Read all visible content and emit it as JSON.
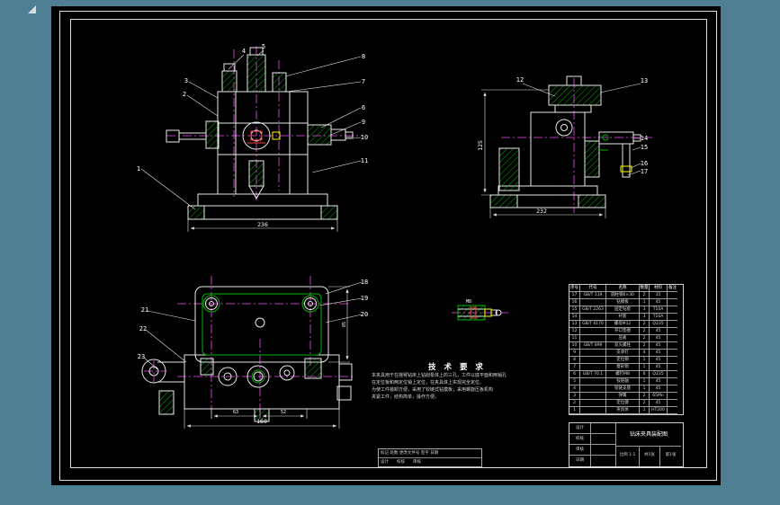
{
  "front_view": {
    "callouts": [
      "1",
      "2",
      "3",
      "4",
      "5",
      "6",
      "7",
      "8",
      "9",
      "10",
      "11"
    ],
    "dim": "236"
  },
  "side_view": {
    "callouts": [
      "12",
      "13",
      "14",
      "15",
      "16",
      "17"
    ],
    "dim": "232",
    "vdim": "125"
  },
  "plan_view": {
    "callouts": [
      "18",
      "19",
      "20",
      "21",
      "22",
      "23"
    ],
    "dim": "160",
    "dim_a": "63",
    "dim_b": "52",
    "vdim": "85"
  },
  "detail_view": {
    "label": "M8"
  },
  "tech_req": {
    "title": "技 术 要 求",
    "lines": [
      "本夹具用于在摇臂钻床上钻削泵体上的三孔，工件以底平面和两销孔",
      "在定位板和两定位销上定位，在夹具体上实现完全定位。",
      "为使工件装卸方便，采用了铰链式钻模板；采用螺旋压板机构",
      "夹紧工件，结构简单，操作方便。"
    ]
  },
  "parts_table": {
    "headers": [
      "序号",
      "代号",
      "名称",
      "数量",
      "材料",
      "备注"
    ],
    "rows": [
      {
        "no": "17",
        "code": "GB/T 119",
        "name": "圆柱销6×30",
        "qty": "2",
        "mat": "35",
        "note": ""
      },
      {
        "no": "16",
        "code": "",
        "name": "钻模板",
        "qty": "1",
        "mat": "45",
        "note": ""
      },
      {
        "no": "15",
        "code": "GB/T 2263",
        "name": "固定钻套",
        "qty": "3",
        "mat": "T10A",
        "note": ""
      },
      {
        "no": "14",
        "code": "",
        "name": "衬套",
        "qty": "3",
        "mat": "T10A",
        "note": ""
      },
      {
        "no": "13",
        "code": "GB/T 6170",
        "name": "螺母M12",
        "qty": "2",
        "mat": "Q235",
        "note": ""
      },
      {
        "no": "12",
        "code": "",
        "name": "开口垫圈",
        "qty": "2",
        "mat": "45",
        "note": ""
      },
      {
        "no": "11",
        "code": "",
        "name": "压板",
        "qty": "2",
        "mat": "45",
        "note": ""
      },
      {
        "no": "10",
        "code": "GB/T 899",
        "name": "双头螺柱",
        "qty": "2",
        "mat": "45",
        "note": ""
      },
      {
        "no": "9",
        "code": "",
        "name": "支承钉",
        "qty": "4",
        "mat": "45",
        "note": ""
      },
      {
        "no": "8",
        "code": "",
        "name": "定位销",
        "qty": "1",
        "mat": "45",
        "note": ""
      },
      {
        "no": "7",
        "code": "",
        "name": "菱形销",
        "qty": "1",
        "mat": "45",
        "note": ""
      },
      {
        "no": "6",
        "code": "GB/T 70.1",
        "name": "螺钉M8",
        "qty": "6",
        "mat": "Q235",
        "note": ""
      },
      {
        "no": "5",
        "code": "",
        "name": "铰链轴",
        "qty": "1",
        "mat": "45",
        "note": ""
      },
      {
        "no": "4",
        "code": "",
        "name": "铰链支座",
        "qty": "1",
        "mat": "45",
        "note": ""
      },
      {
        "no": "3",
        "code": "",
        "name": "弹簧",
        "qty": "2",
        "mat": "65Mn",
        "note": ""
      },
      {
        "no": "2",
        "code": "",
        "name": "定位键",
        "qty": "2",
        "mat": "45",
        "note": ""
      },
      {
        "no": "1",
        "code": "",
        "name": "夹具体",
        "qty": "1",
        "mat": "HT200",
        "note": ""
      }
    ]
  },
  "title_block": {
    "drawing_title": "钻床夹具装配图",
    "left_rows": [
      {
        "label": "设计",
        "value": ""
      },
      {
        "label": "校核",
        "value": ""
      },
      {
        "label": "审核",
        "value": ""
      },
      {
        "label": "日期",
        "value": ""
      }
    ],
    "scale": "比例 1:1",
    "sheets": "共1张",
    "sheet_no": "第1张"
  },
  "revision_block": {
    "row1": "标记 处数 更改文件号 签字 日期",
    "row2": "设计　　校核　　审核"
  }
}
